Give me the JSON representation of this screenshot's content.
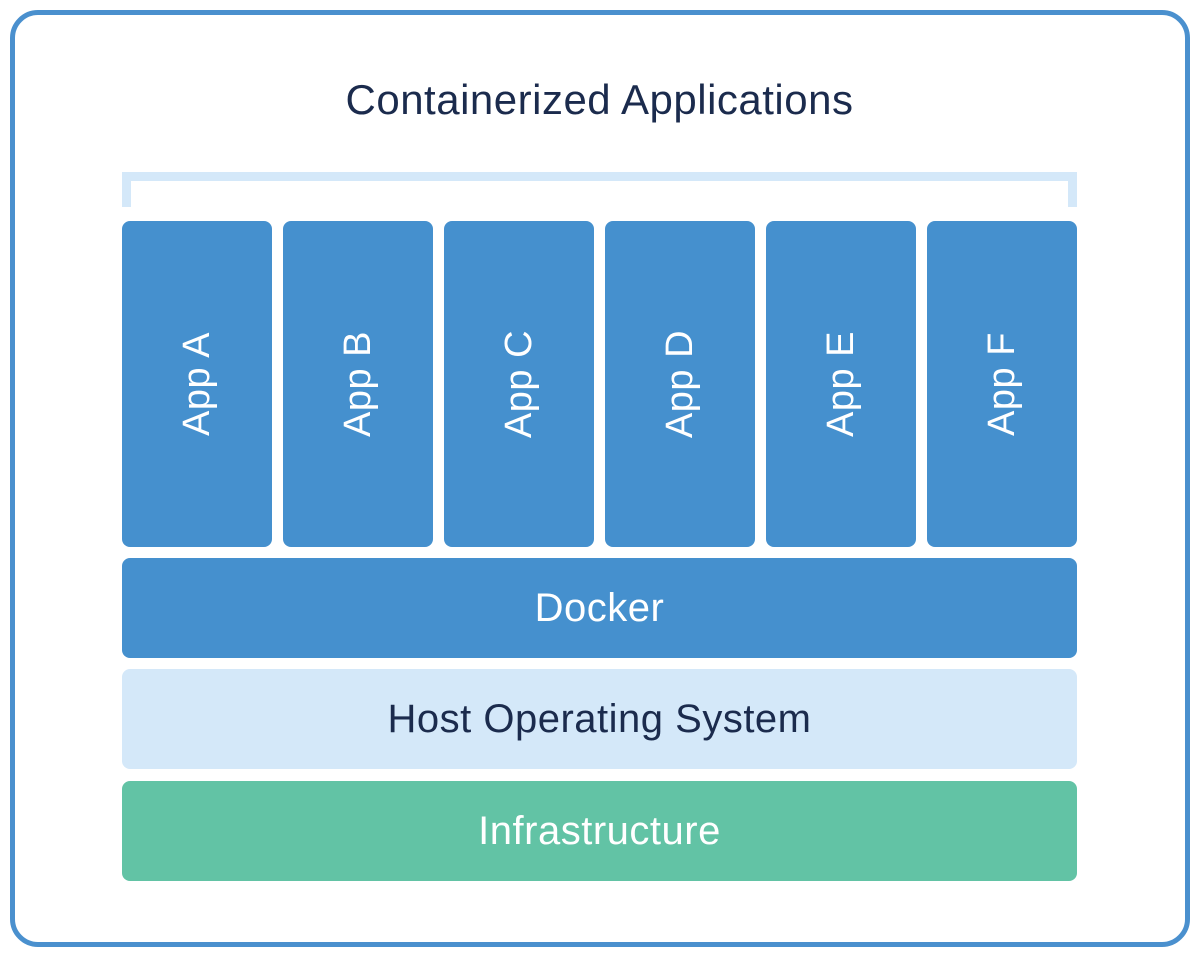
{
  "diagram": {
    "title": "Containerized Applications",
    "apps": [
      {
        "label": "App A"
      },
      {
        "label": "App B"
      },
      {
        "label": "App C"
      },
      {
        "label": "App D"
      },
      {
        "label": "App E"
      },
      {
        "label": "App F"
      }
    ],
    "layers": [
      {
        "name": "docker",
        "label": "Docker",
        "bg": "#4590CE",
        "text": "#FFFFFF"
      },
      {
        "name": "host-os",
        "label": "Host Operating System",
        "bg": "#D4E8F9",
        "text": "#1B2B4D"
      },
      {
        "name": "infrastructure",
        "label": "Infrastructure",
        "bg": "#62C3A5",
        "text": "#FFFFFF"
      }
    ],
    "colors": {
      "frame_border": "#4A90CE",
      "app_box": "#4590CE",
      "app_label_text": "#FFFFFF",
      "bracket": "#D4E8F9",
      "title_text": "#1B2B4D",
      "background": "#FFFFFF"
    }
  }
}
